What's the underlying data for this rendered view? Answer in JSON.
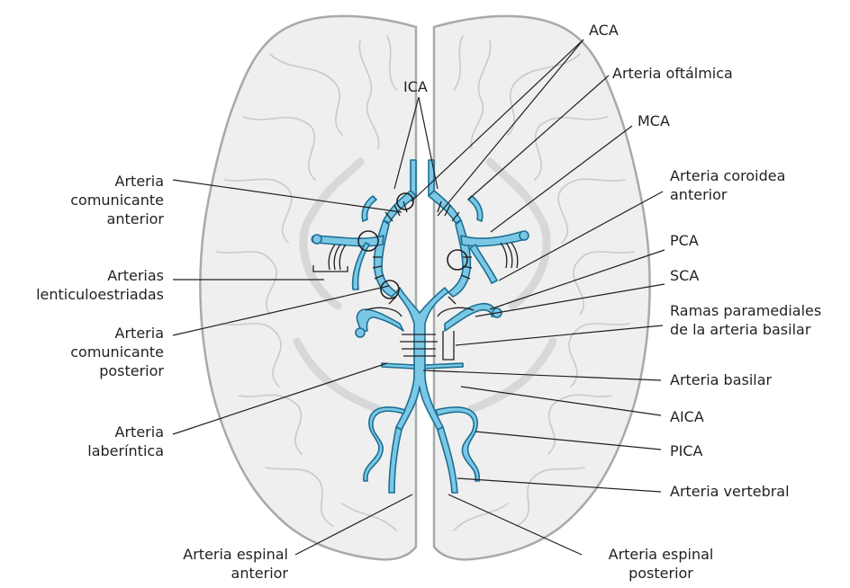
{
  "figure": {
    "colors": {
      "artery": "#7bc8e6",
      "artery_outline": "#1c6f92",
      "brain_fill": "#efefef",
      "brain_outline": "#a7a9ac",
      "sulci": "#c9cacc",
      "leader": "#231f20"
    }
  },
  "labels": {
    "aca": "ACA",
    "ica": "ICA",
    "oftalmica": "Arteria oftálmica",
    "mca": "MCA",
    "coroidea": [
      "Arteria coroidea",
      "anterior"
    ],
    "pca": "PCA",
    "sca": "SCA",
    "paramediales": [
      "Ramas paramediales",
      "de la arteria basilar"
    ],
    "basilar": "Arteria basilar",
    "aica": "AICA",
    "pica": "PICA",
    "vertebral": "Arteria vertebral",
    "espinal_posterior": [
      "Arteria espinal",
      "posterior"
    ],
    "espinal_anterior": [
      "Arteria espinal",
      "anterior"
    ],
    "comunicante_anterior": [
      "Arteria",
      "comunicante",
      "anterior"
    ],
    "lenticuloestriadas": [
      "Arterias",
      "lenticuloestriadas"
    ],
    "comunicante_posterior": [
      "Arteria",
      "comunicante",
      "posterior"
    ],
    "laberintica": [
      "Arteria",
      "laberíntica"
    ]
  }
}
